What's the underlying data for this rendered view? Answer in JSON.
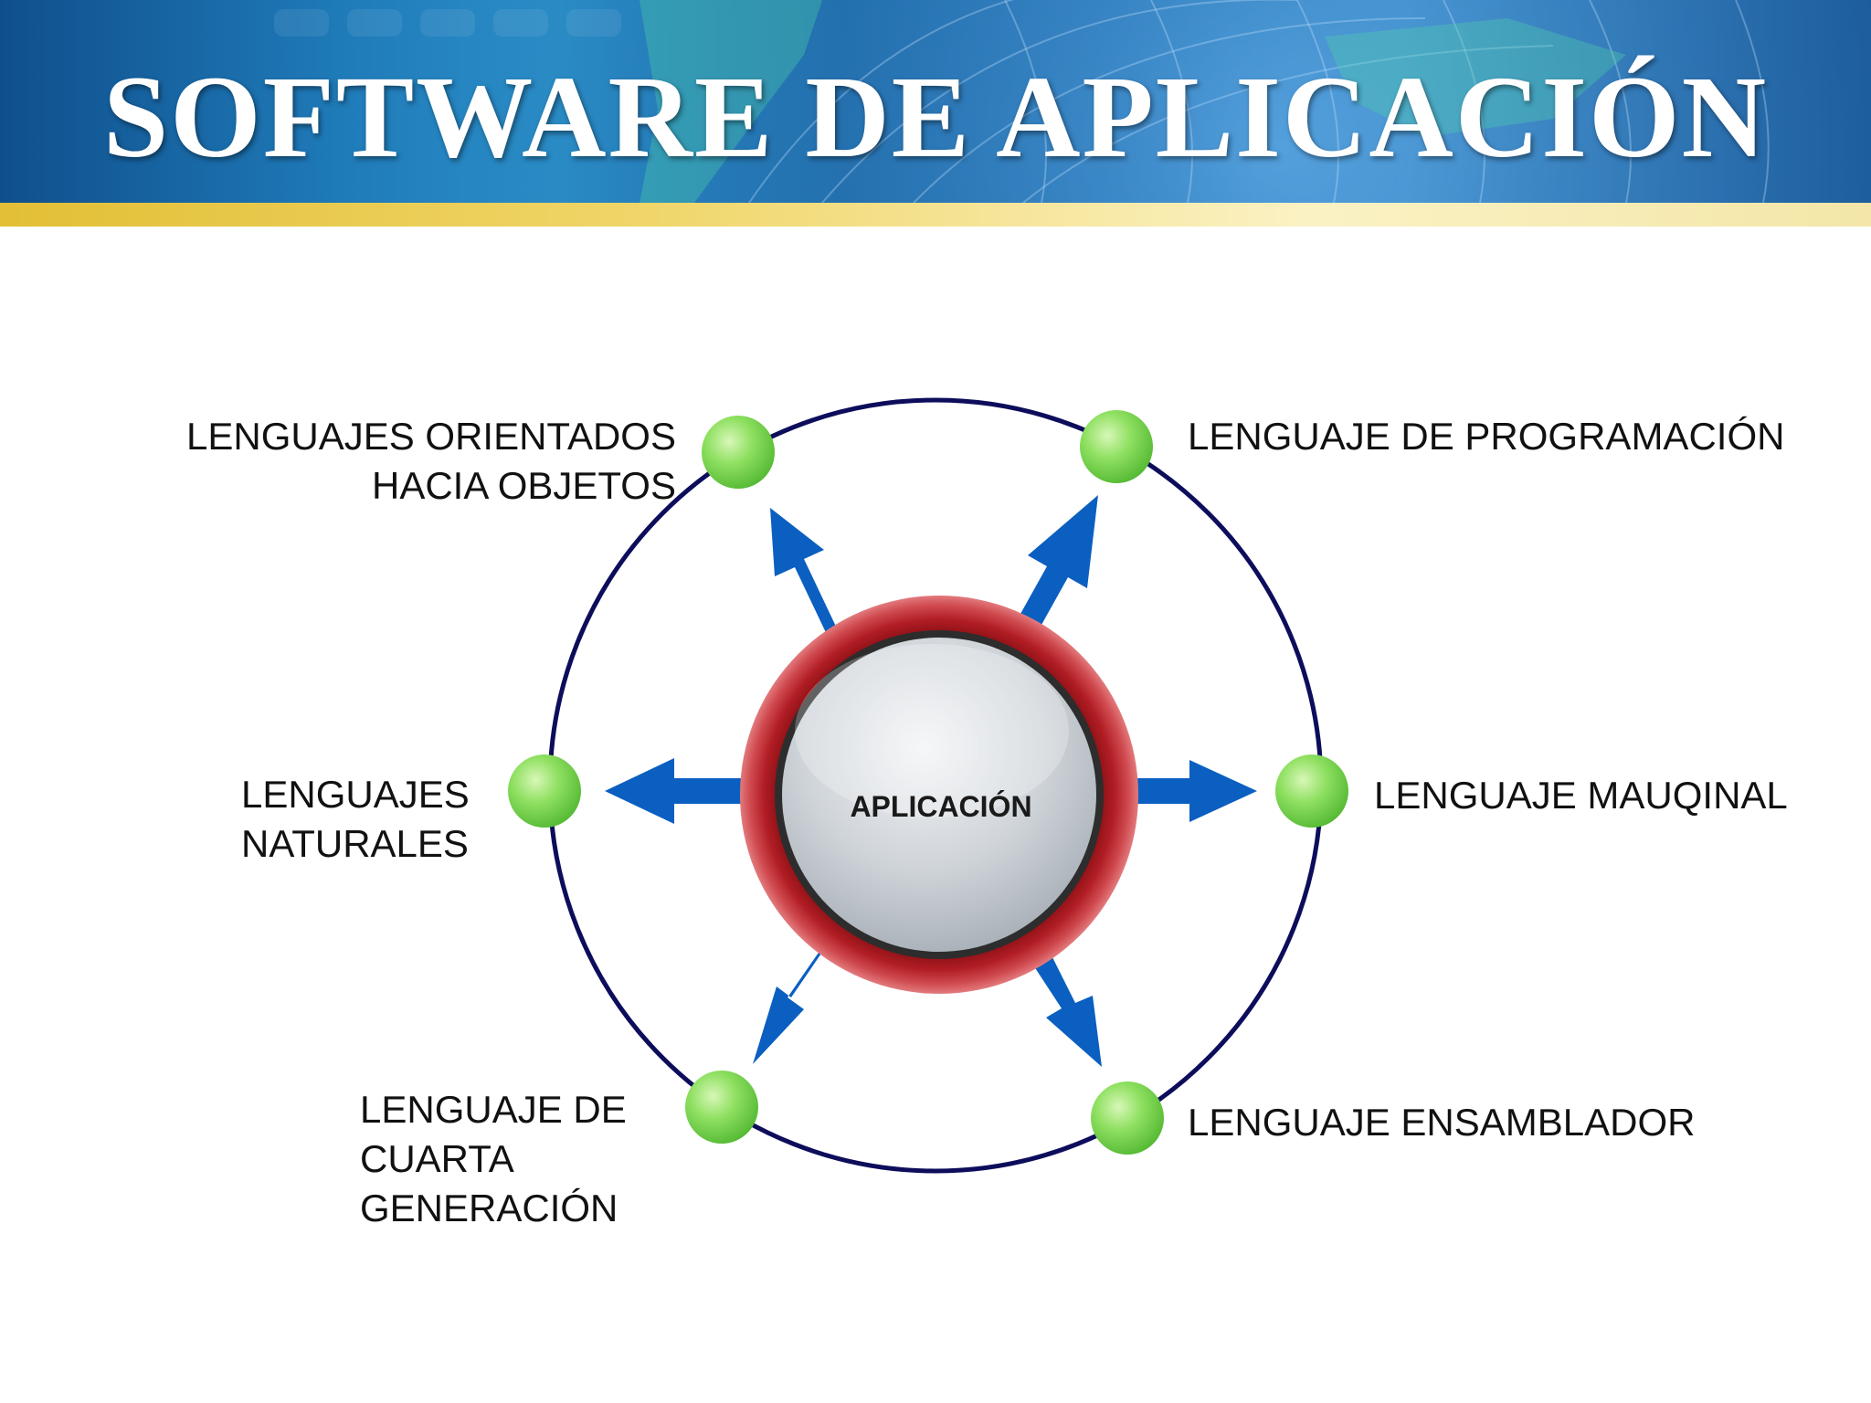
{
  "slide": {
    "title": "SOFTWARE DE APLICACIÓN"
  },
  "diagram": {
    "center_label": "APLICACIÓN",
    "nodes": {
      "top_left": [
        "LENGUAJES ORIENTADOS",
        "HACIA OBJETOS"
      ],
      "top_right": [
        "LENGUAJE DE PROGRAMACIÓN"
      ],
      "mid_left": [
        "LENGUAJES",
        "NATURALES"
      ],
      "mid_right": [
        "LENGUAJE MAUQINAL"
      ],
      "bottom_left": [
        "LENGUAJE DE",
        "CUARTA",
        "GENERACIÓN"
      ],
      "bottom_right": [
        "LENGUAJE ENSAMBLADOR"
      ]
    }
  },
  "colors": {
    "ring": "#0d0d5c",
    "arrow": "#0a5fc0",
    "node": "#7ed957",
    "hub_ring": "#a3141b",
    "header_gold": "#e2bf35"
  }
}
